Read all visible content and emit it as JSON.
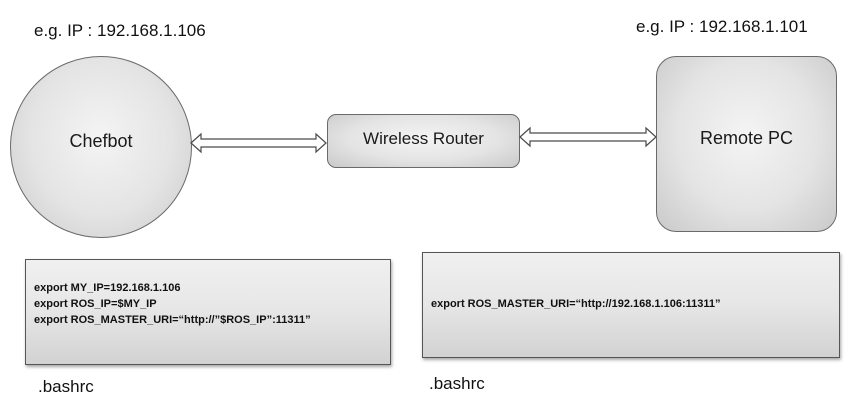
{
  "left_node": {
    "ip_label": "e.g.  IP : 192.168.1.106",
    "name": "Chefbot"
  },
  "router": {
    "name": "Wireless Router"
  },
  "right_node": {
    "ip_label": "e.g.  IP : 192.168.1.101",
    "name": "Remote PC"
  },
  "left_config": {
    "lines": [
      "export MY_IP=192.168.1.106",
      "export ROS_IP=$MY_IP",
      "export ROS_MASTER_URI=“http://”$ROS_IP”:11311”"
    ],
    "file": ".bashrc"
  },
  "right_config": {
    "lines": [
      "export ROS_MASTER_URI=“http://192.168.1.106:11311”"
    ],
    "file": ".bashrc"
  }
}
